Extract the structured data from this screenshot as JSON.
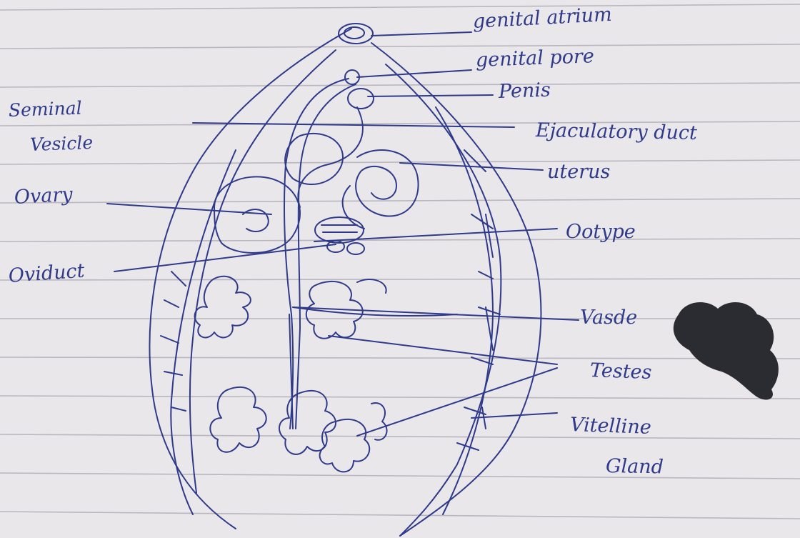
{
  "labels": {
    "genital_atrium": "genital atrium",
    "genital_pore": "genital pore",
    "penis": "Penis",
    "ejaculatory_duct": "Ejaculatory duct",
    "uterus": "uterus",
    "ootype": "Ootype",
    "vas_deferens": "Vasde",
    "testes": "Testes",
    "vitelline_gland_line1": "Vitelline",
    "vitelline_gland_line2": "Gland",
    "seminal_vesicle_line1": "Seminal",
    "seminal_vesicle_line2": "Vesicle",
    "ovary": "Ovary",
    "oviduct": "Oviduct"
  },
  "colors": {
    "paper": "#e9e7ea",
    "rule_line": "#b9b6bf",
    "ink": "#2f3a8a",
    "ink_blot": "#2b2c31"
  }
}
